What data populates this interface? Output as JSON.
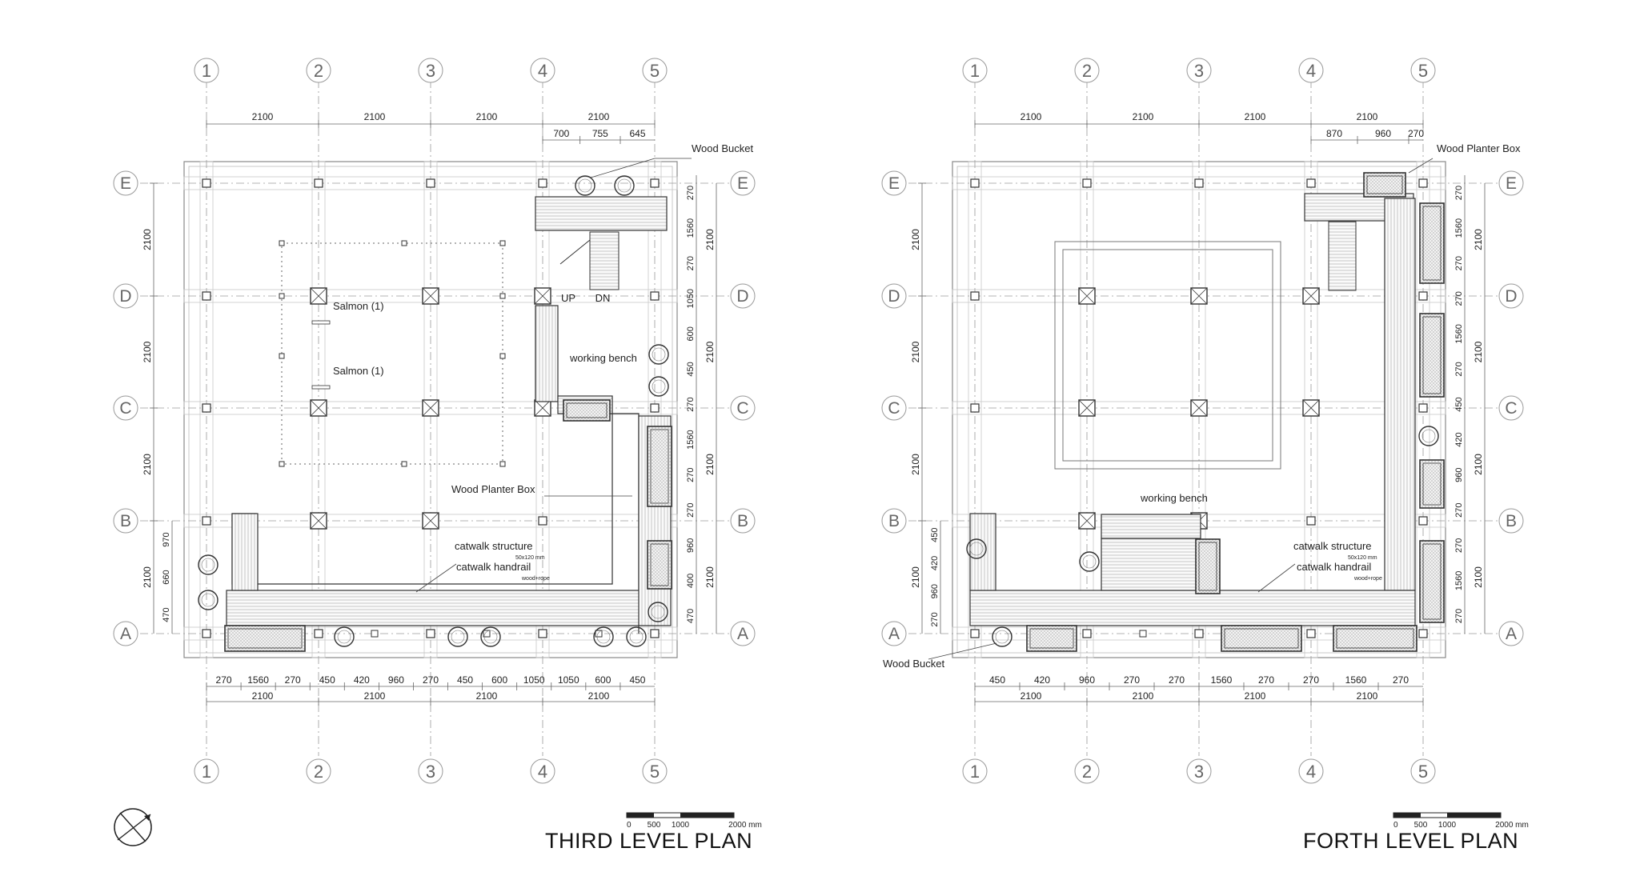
{
  "plans": [
    {
      "id": "third",
      "title": "THIRD LEVEL PLAN",
      "col_labels": [
        "1",
        "2",
        "3",
        "4",
        "5"
      ],
      "row_labels": [
        "E",
        "D",
        "C",
        "B",
        "A"
      ],
      "top_spans": [
        "2100",
        "2100",
        "2100",
        "2100"
      ],
      "top_sub_spans": [
        "700",
        "755",
        "645"
      ],
      "bottom_spans": [
        "2100",
        "2100",
        "2100",
        "2100"
      ],
      "bottom_sub_spans": [
        "270",
        "1560",
        "270",
        "450",
        "420",
        "960",
        "270",
        "450",
        "600",
        "1050",
        "1050",
        "600",
        "450"
      ],
      "left_spans": [
        "2100",
        "2100",
        "2100",
        "2100"
      ],
      "left_sub_spans": [
        "970",
        "660",
        "470"
      ],
      "right_spans": [
        "2100",
        "2100",
        "2100",
        "2100"
      ],
      "right_sub_spans": [
        "270",
        "1560",
        "270",
        "1050",
        "600",
        "450",
        "270",
        "1560",
        "270",
        "270",
        "960",
        "400",
        "470"
      ],
      "annotations": [
        "Wood Bucket",
        "Salmon (1)",
        "Salmon (1)",
        "UP",
        "DN",
        "working bench",
        "Wood Planter Box",
        "catwalk structure",
        "50x120 mm",
        "catwalk handrail",
        "wood+rope"
      ],
      "scale": {
        "ticks": [
          "0",
          "500",
          "1000",
          "2000 mm"
        ]
      }
    },
    {
      "id": "forth",
      "title": "FORTH LEVEL PLAN",
      "col_labels": [
        "1",
        "2",
        "3",
        "4",
        "5"
      ],
      "row_labels": [
        "E",
        "D",
        "C",
        "B",
        "A"
      ],
      "top_spans": [
        "2100",
        "2100",
        "2100",
        "2100"
      ],
      "top_sub_spans": [
        "870",
        "960",
        "270"
      ],
      "bottom_spans": [
        "2100",
        "2100",
        "2100",
        "2100"
      ],
      "bottom_sub_spans": [
        "450",
        "420",
        "960",
        "270",
        "270",
        "1560",
        "270",
        "270",
        "1560",
        "270"
      ],
      "left_spans": [
        "2100",
        "2100",
        "2100",
        "2100"
      ],
      "left_sub_spans": [
        "450",
        "420",
        "960",
        "270"
      ],
      "right_spans": [
        "2100",
        "2100",
        "2100",
        "2100"
      ],
      "right_sub_spans": [
        "270",
        "1560",
        "270",
        "270",
        "1560",
        "270",
        "450",
        "420",
        "960",
        "270",
        "270",
        "1560",
        "270"
      ],
      "annotations": [
        "Wood Planter Box",
        "working bench",
        "catwalk structure",
        "50x120 mm",
        "catwalk handrail",
        "wood+rope",
        "Wood Bucket"
      ],
      "scale": {
        "ticks": [
          "0",
          "500",
          "1000",
          "2000 mm"
        ]
      }
    }
  ],
  "colors": {
    "line": "#333333",
    "grid": "#9a9a9a",
    "hatch": "#bdbdbd",
    "text": "#222222"
  },
  "icons": {
    "north_arrow": "north-arrow-icon"
  }
}
